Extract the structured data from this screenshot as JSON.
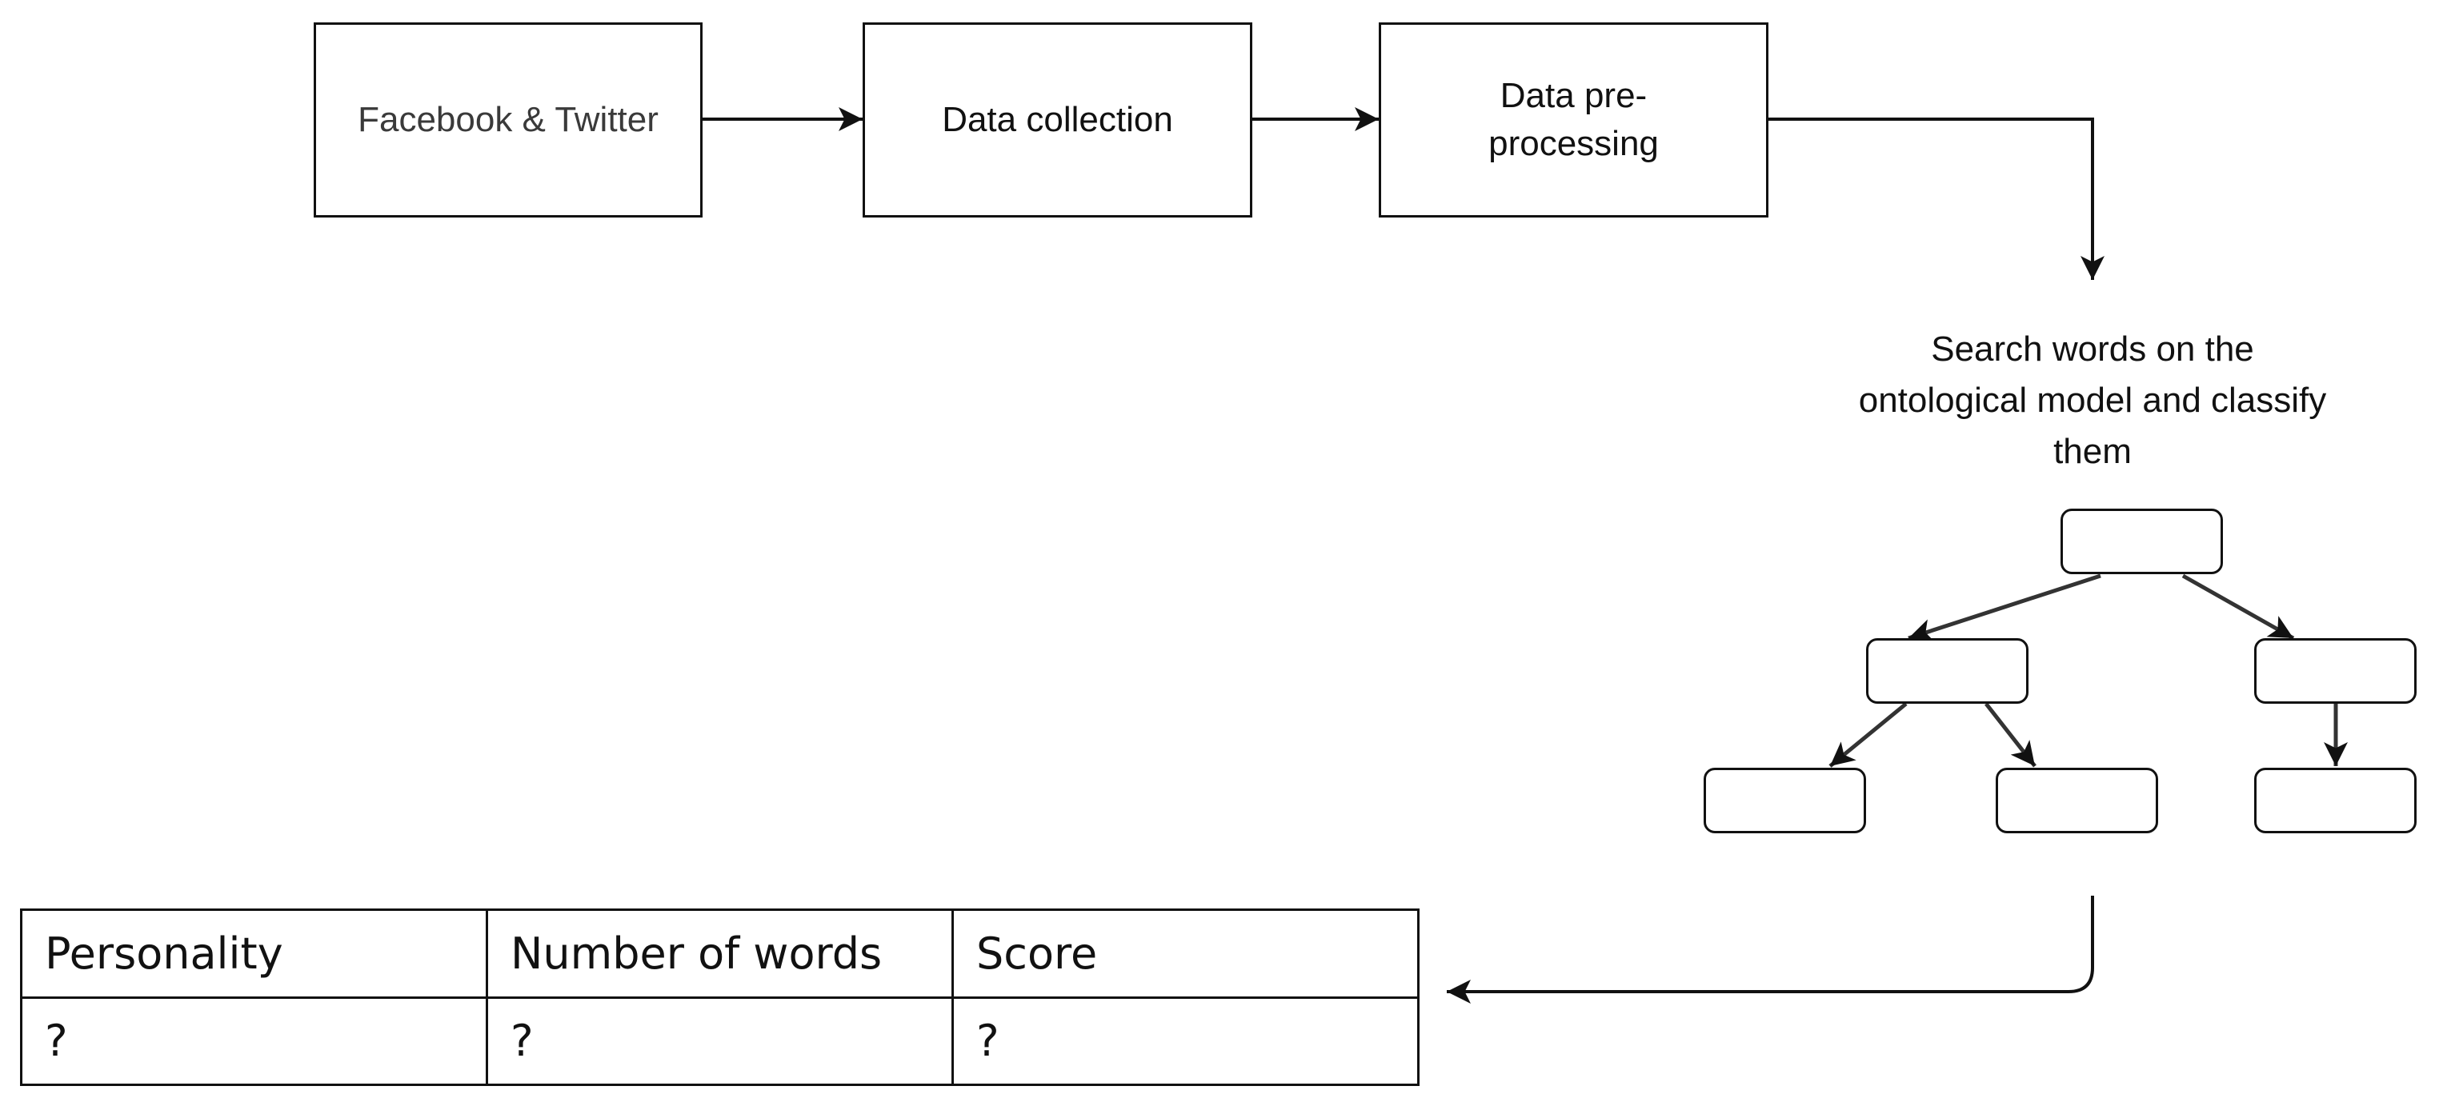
{
  "steps": {
    "source": "Facebook & Twitter",
    "collection": "Data collection",
    "preprocessing": "Data pre-processing"
  },
  "search_label": "Search words on the ontological model and classify them",
  "table": {
    "headers": [
      "Personality",
      "Number of words",
      "Score"
    ],
    "rows": [
      [
        "?",
        "?",
        "?"
      ]
    ]
  }
}
